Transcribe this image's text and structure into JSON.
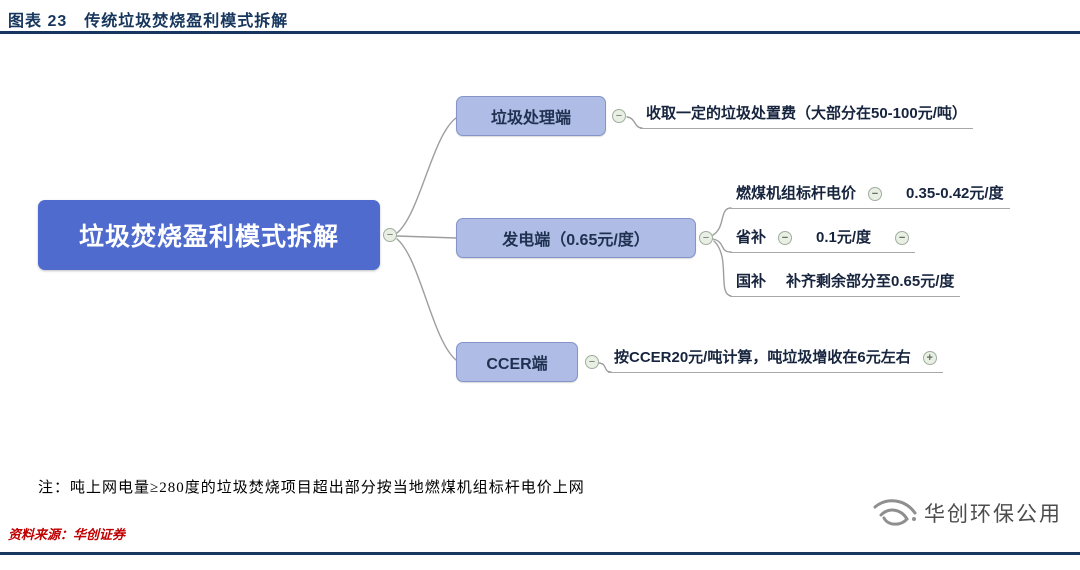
{
  "header": {
    "title": "图表 23　传统垃圾焚烧盈利模式拆解"
  },
  "mindmap": {
    "root_label": "垃圾焚烧盈利模式拆解",
    "branches": [
      {
        "label": "垃圾处理端",
        "leaf": "收取一定的垃圾处置费（大部分在50-100元/吨）"
      },
      {
        "label": "发电端（0.65元/度）",
        "children": [
          {
            "label": "燃煤机组标杆电价",
            "value": "0.35-0.42元/度"
          },
          {
            "label": "省补",
            "value": "0.1元/度"
          },
          {
            "label": "国补",
            "value": "补齐剩余部分至0.65元/度"
          }
        ]
      },
      {
        "label": "CCER端",
        "leaf": "按CCER20元/吨计算，吨垃圾增收在6元左右"
      }
    ]
  },
  "note": "注：吨上网电量≥280度的垃圾焚烧项目超出部分按当地燃煤机组标杆电价上网",
  "footer": {
    "source": "资料来源：华创证券",
    "logo_text": "华创环保公用"
  },
  "icons": {
    "collapse": "−",
    "expand": "+"
  },
  "colors": {
    "title_navy": "#17365D",
    "root_fill": "#4F6BCE",
    "branch_fill": "#AEBCE6",
    "branch_border": "#8494C8",
    "connector_gray": "#9E9E9E",
    "source_red": "#C00000"
  }
}
